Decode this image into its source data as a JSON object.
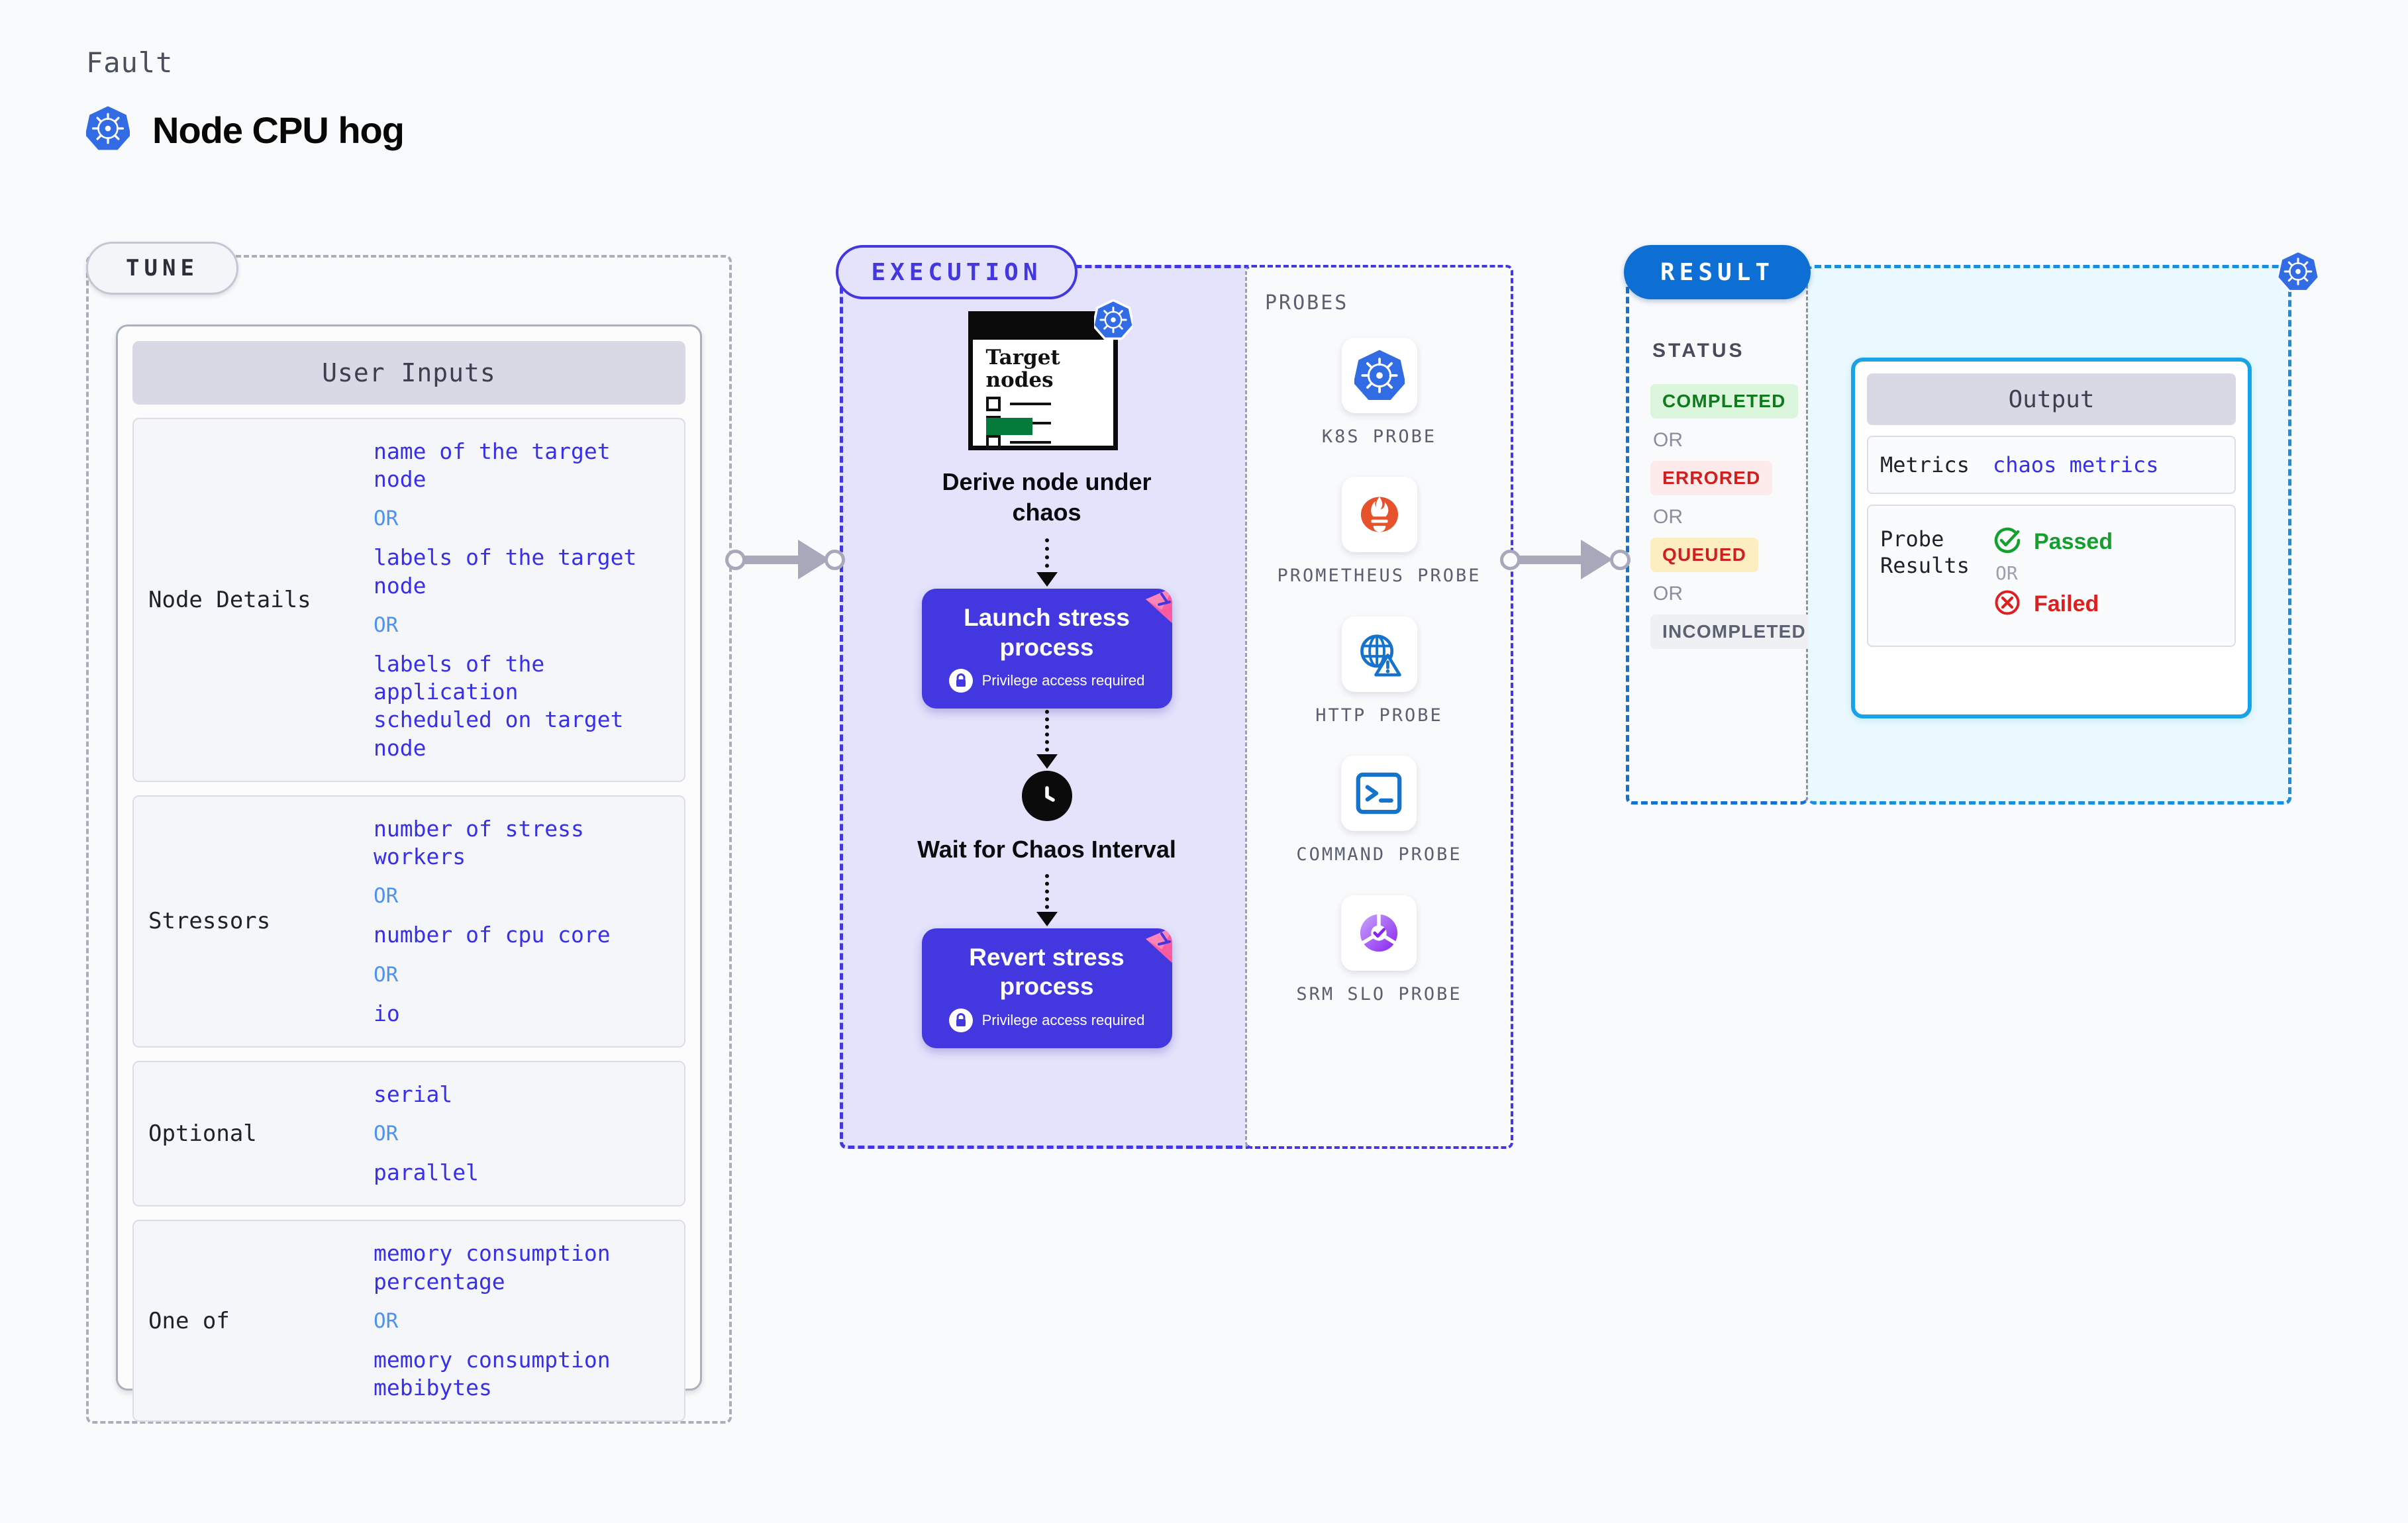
{
  "header": {
    "fault_label": "Fault",
    "fault_name": "Node CPU hog",
    "icon": "kubernetes-icon"
  },
  "tune": {
    "pill_label": "TUNE",
    "card_title": "User Inputs",
    "rows": [
      {
        "label": "Node Details",
        "items": [
          {
            "type": "value",
            "text": "name of the target node"
          },
          {
            "type": "or",
            "text": "OR"
          },
          {
            "type": "value",
            "text": "labels of the target node"
          },
          {
            "type": "or",
            "text": "OR"
          },
          {
            "type": "value",
            "text": "labels of the application\n scheduled on target node"
          }
        ]
      },
      {
        "label": "Stressors",
        "items": [
          {
            "type": "value",
            "text": "number of stress workers"
          },
          {
            "type": "or",
            "text": "OR"
          },
          {
            "type": "value",
            "text": "number of cpu core"
          },
          {
            "type": "or",
            "text": "OR"
          },
          {
            "type": "value",
            "text": "io"
          }
        ]
      },
      {
        "label": "Optional",
        "items": [
          {
            "type": "value",
            "text": "serial"
          },
          {
            "type": "or",
            "text": "OR"
          },
          {
            "type": "value",
            "text": "parallel"
          }
        ]
      },
      {
        "label": "One of",
        "items": [
          {
            "type": "value",
            "text": "memory consumption percentage"
          },
          {
            "type": "or",
            "text": "OR"
          },
          {
            "type": "value",
            "text": "memory consumption mebibytes"
          }
        ]
      }
    ]
  },
  "execution": {
    "pill_label": "EXECUTION",
    "flow": [
      {
        "id": "derive-node",
        "kind": "window-icon",
        "window_text": "Target nodes",
        "label": "Derive node under chaos",
        "badge": "kubernetes-icon"
      },
      {
        "id": "launch-stress",
        "kind": "action-card",
        "label": "Launch stress process",
        "sub_label": "Privilege access required",
        "sub_icon": "lock-icon",
        "ribbon": "pink-ribbon-icon"
      },
      {
        "id": "wait-interval",
        "kind": "clock-icon",
        "label": "Wait for Chaos Interval"
      },
      {
        "id": "revert-stress",
        "kind": "action-card",
        "label": "Revert stress process",
        "sub_label": "Privilege access required",
        "sub_icon": "lock-icon",
        "ribbon": "pink-ribbon-icon"
      }
    ]
  },
  "probes": {
    "title": "PROBES",
    "items": [
      {
        "label": "K8S PROBE",
        "icon": "kubernetes-icon"
      },
      {
        "label": "PROMETHEUS PROBE",
        "icon": "prometheus-icon"
      },
      {
        "label": "HTTP PROBE",
        "icon": "globe-warning-icon"
      },
      {
        "label": "COMMAND PROBE",
        "icon": "terminal-icon"
      },
      {
        "label": "SRM SLO PROBE",
        "icon": "srm-slo-icon"
      }
    ]
  },
  "result": {
    "pill_label": "RESULT",
    "status_title": "STATUS",
    "or_label": "OR",
    "statuses": [
      {
        "label": "COMPLETED",
        "bg": "#dcf5dd",
        "color": "#117a1d"
      },
      {
        "label": "ERRORED",
        "bg": "#fdeaea",
        "color": "#cf2020"
      },
      {
        "label": "QUEUED",
        "bg": "#fdeec2",
        "color": "#cf2020"
      },
      {
        "label": "INCOMPLETED",
        "bg": "#eff0f4",
        "color": "#5b6170"
      }
    ]
  },
  "output": {
    "corner_icon": "kubernetes-icon",
    "card_title": "Output",
    "metrics_label": "Metrics",
    "metrics_value": "chaos metrics",
    "probe_results_label": "Probe Results",
    "passed_label": "Passed",
    "failed_label": "Failed",
    "or_label": "OR",
    "passed_color": "#14a02e",
    "failed_color": "#de1f1f"
  },
  "connectors": [
    {
      "name": "tune-to-execution"
    },
    {
      "name": "execution-to-result"
    }
  ]
}
